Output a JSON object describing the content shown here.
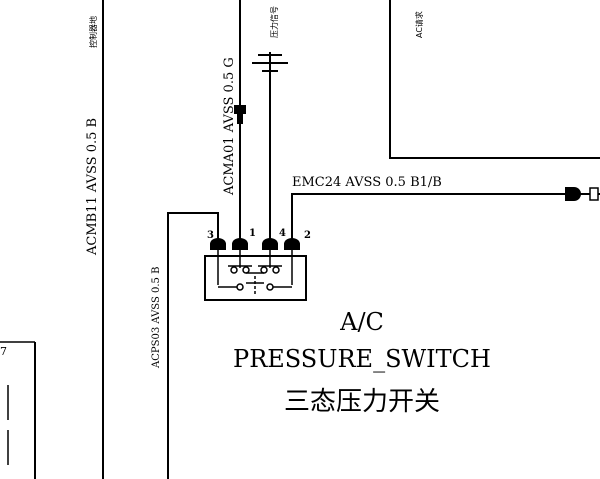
{
  "labels": {
    "wire_acmb11": "ACMB11 AVSS 0.5 B",
    "wire_acps03": "ACPS03 AVSS 0.5 B",
    "wire_acma01": "ACMA01 AVSS 0.5 G",
    "wire_emc24": "EMC24 AVSS 0.5 B1/B",
    "note_controller": "控制器地",
    "note_pressure": "压力信号",
    "note_ac_request": "AC请求",
    "pin_3": "3",
    "pin_1": "1",
    "pin_4": "4",
    "pin_2": "2",
    "left_box_num": "7",
    "title_line1": "A/C",
    "title_line2": "PRESSURE_SWITCH",
    "title_line3": "三态压力开关"
  }
}
